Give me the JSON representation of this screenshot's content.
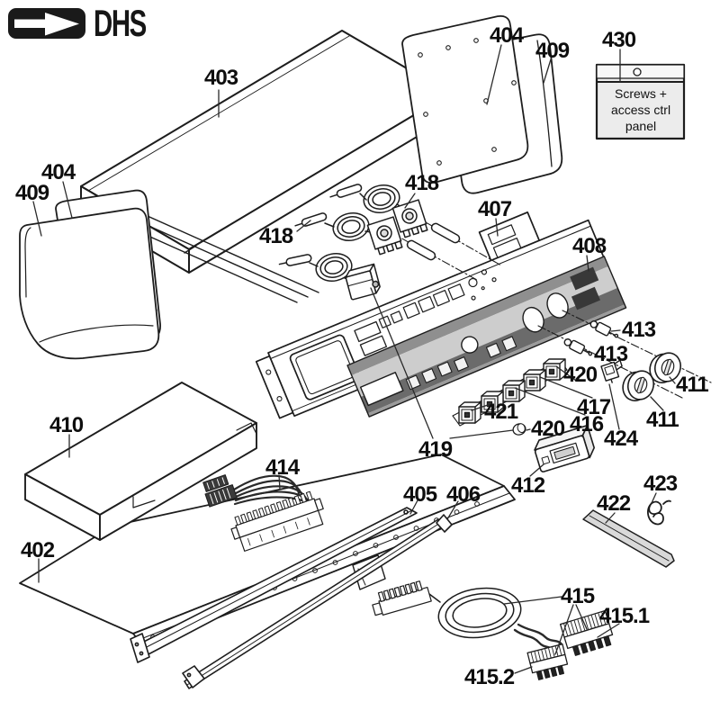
{
  "logo": {
    "text": "DHS"
  },
  "kit_box": {
    "text": "Screws + access ctrl panel"
  },
  "labels": [
    {
      "id": "403",
      "text": "403"
    },
    {
      "id": "404-right",
      "text": "404"
    },
    {
      "id": "409-right",
      "text": "409"
    },
    {
      "id": "430",
      "text": "430"
    },
    {
      "id": "404-left",
      "text": "404"
    },
    {
      "id": "409-left",
      "text": "409"
    },
    {
      "id": "418-upper",
      "text": "418"
    },
    {
      "id": "418-lower",
      "text": "418"
    },
    {
      "id": "407",
      "text": "407"
    },
    {
      "id": "408",
      "text": "408"
    },
    {
      "id": "413-upper",
      "text": "413"
    },
    {
      "id": "413-lower",
      "text": "413"
    },
    {
      "id": "411-upper",
      "text": "411"
    },
    {
      "id": "411-lower",
      "text": "411"
    },
    {
      "id": "420-upper",
      "text": "420"
    },
    {
      "id": "417",
      "text": "417"
    },
    {
      "id": "416",
      "text": "416"
    },
    {
      "id": "424",
      "text": "424"
    },
    {
      "id": "421",
      "text": "421"
    },
    {
      "id": "420-lower",
      "text": "420"
    },
    {
      "id": "419",
      "text": "419"
    },
    {
      "id": "412",
      "text": "412"
    },
    {
      "id": "410",
      "text": "410"
    },
    {
      "id": "414",
      "text": "414"
    },
    {
      "id": "402",
      "text": "402"
    },
    {
      "id": "405",
      "text": "405"
    },
    {
      "id": "406",
      "text": "406"
    },
    {
      "id": "422",
      "text": "422"
    },
    {
      "id": "423",
      "text": "423"
    },
    {
      "id": "415",
      "text": "415"
    },
    {
      "id": "415.1",
      "text": "415.1"
    },
    {
      "id": "415.2",
      "text": "415.2"
    }
  ],
  "colors": {
    "line": "#1a1a1a",
    "fascia_dark": "#6b6b6b",
    "fascia_mid": "#cdcdcd",
    "fascia_top": "#8f8f8f",
    "bag_fill": "#ececec",
    "strip_fill": "#d9d9d9"
  }
}
